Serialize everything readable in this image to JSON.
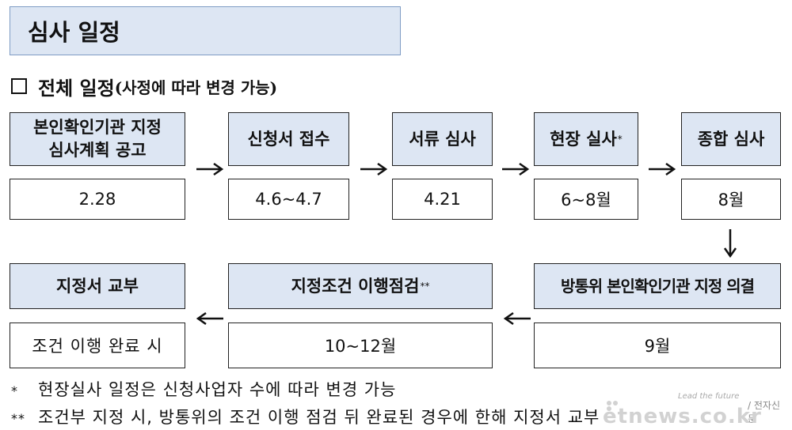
{
  "title": "심사 일정",
  "subtitle": {
    "main": "전체 일정",
    "note": "(사정에 따라 변경 가능)"
  },
  "stages": [
    {
      "label_line1": "본인확인기관 지정",
      "label_line2": "심사계획 공고",
      "date": "2.28"
    },
    {
      "label_line1": "신청서 접수",
      "label_line2": "",
      "date": "4.6~4.7"
    },
    {
      "label_line1": "서류 심사",
      "label_line2": "",
      "date": "4.21"
    },
    {
      "label_line1": "현장 실사",
      "mark": "*",
      "label_line2": "",
      "date": "6~8월"
    },
    {
      "label_line1": "종합 심사",
      "label_line2": "",
      "date": "8월"
    },
    {
      "label_line1": "방통위 본인확인기관 지정 의결",
      "label_line2": "",
      "date": "9월"
    },
    {
      "label_line1": "지정조건 이행점검",
      "mark": "**",
      "label_line2": "",
      "date": "10~12월"
    },
    {
      "label_line1": "지정서 교부",
      "label_line2": "",
      "date": "조건 이행 완료 시"
    }
  ],
  "footnotes": [
    {
      "mark": "*",
      "text": "현장실사 일정은 신청사업자 수에 따라 변경 가능"
    },
    {
      "mark": "**",
      "text": "조건부 지정 시, 방통위의 조건 이행 점검 뒤 완료된 경우에 한해 지정서 교부"
    }
  ],
  "watermark": {
    "tagline": "Lead the future",
    "paper": "/ 전자신문",
    "brand": "etnews.co.kr"
  },
  "colors": {
    "stage_fill": "#dde6f3",
    "title_fill": "#dde6f3",
    "border": "#222222",
    "arrow": "#111111"
  }
}
